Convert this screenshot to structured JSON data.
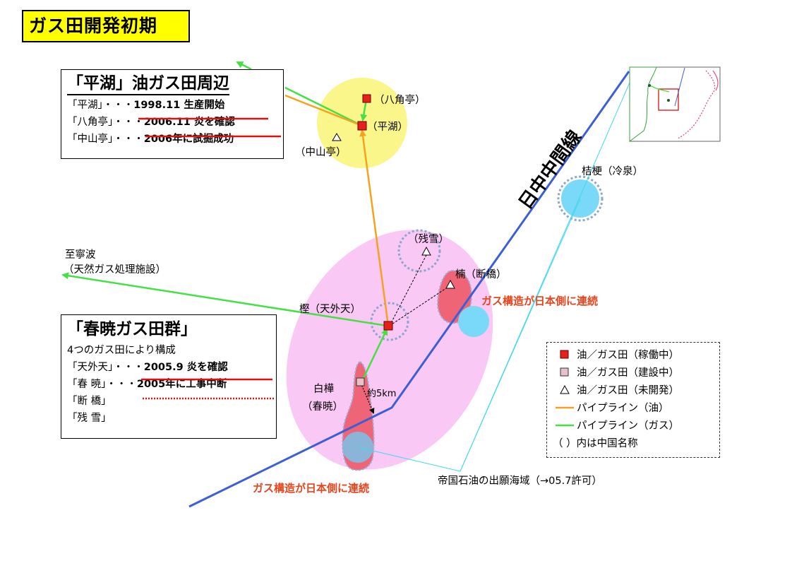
{
  "title": "ガス田開発初期",
  "pinghu_box": {
    "heading": "「平湖」油ガス田周辺",
    "rows": [
      {
        "name": "「平湖」・・・",
        "detail": "1998.11  生産開始"
      },
      {
        "name": "「八角亭」・・・",
        "detail": "2006.11  炎を確認"
      },
      {
        "name": "「中山亭」・・・",
        "detail": "2006年に試掘成功"
      }
    ]
  },
  "chunxiao_box": {
    "heading": "「春暁ガス田群」",
    "subheading": "4つのガス田により構成",
    "rows": [
      {
        "name": "「天外天」・・・",
        "detail": "2005.9  炎を確認"
      },
      {
        "name": "「春  暁」・・・",
        "detail": "2005年に工事中断"
      },
      {
        "name": "「断  橋」",
        "detail": ""
      },
      {
        "name": "「残  雪」",
        "detail": ""
      }
    ]
  },
  "labels": {
    "bajiaoting": "（八角亭）",
    "pinghu": "（平湖）",
    "zhongshanting": "（中山亭）",
    "canxue": "（残雪）",
    "kusunoki": "楠（断橋）",
    "kashi": "樫（天外天）",
    "shirakaba_1": "白樺",
    "shirakaba_2": "（春暁）",
    "kikyo": "桔梗（冷泉）",
    "ningbo_1": "至寧波",
    "ningbo_2": "（天然ガス処理施設）",
    "distance": "約5km",
    "median_line": "日中中間線",
    "gas_structure_1": "ガス構造が日本側に連続",
    "gas_structure_2": "ガス構造が日本側に連続",
    "teikoku": "帝国石油の出願海域（→05.7許可）"
  },
  "legend": [
    {
      "symbol": "square-red",
      "label": "油／ガス田（稼働中）"
    },
    {
      "symbol": "square-pink",
      "label": "油／ガス田（建設中）"
    },
    {
      "symbol": "triangle",
      "label": "油／ガス田（未開発）"
    },
    {
      "symbol": "line-orange",
      "label": "パイプライン（油）"
    },
    {
      "symbol": "line-green",
      "label": "パイプライン（ガス）"
    },
    {
      "symbol": "none",
      "label": "（  ）内は中国名称"
    }
  ],
  "colors": {
    "title_bg": "#ffff00",
    "oil_pipeline": "#f5a21e",
    "gas_pipeline": "#44e044",
    "median_line": "#3d5fd6",
    "area_ellipse": "#f9c8f4",
    "pinghu_circle": "#fbf68a",
    "gas_structure": "#f06478",
    "japan_field": "#7ad8f8",
    "active_field": "#e8201a",
    "construction_field": "#e8c0c8",
    "underline_red": "#e01010"
  },
  "icons": {
    "inset_map": "inset-map-icon"
  }
}
